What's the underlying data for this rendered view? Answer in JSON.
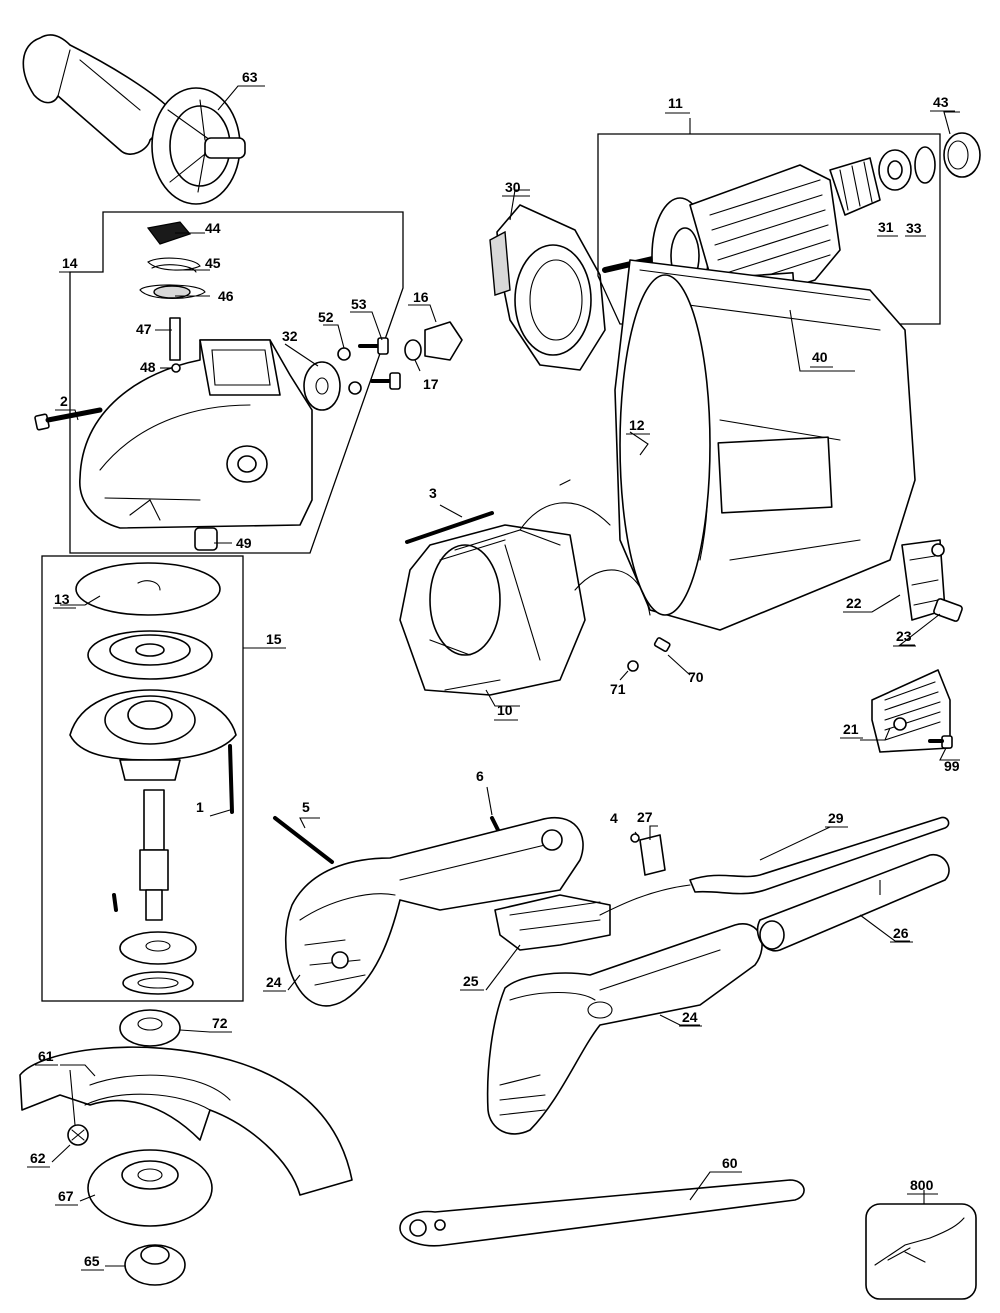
{
  "labels": {
    "n1": "1",
    "n2": "2",
    "n3": "3",
    "n4": "4",
    "n5": "5",
    "n6": "6",
    "n10": "10",
    "n11": "11",
    "n12": "12",
    "n13": "13",
    "n14": "14",
    "n15": "15",
    "n16": "16",
    "n17": "17",
    "n21": "21",
    "n22": "22",
    "n23": "23",
    "n24a": "24",
    "n24b": "24",
    "n25": "25",
    "n26": "26",
    "n27": "27",
    "n29": "29",
    "n30": "30",
    "n31": "31",
    "n32": "32",
    "n33": "33",
    "n40": "40",
    "n43": "43",
    "n44": "44",
    "n45": "45",
    "n46": "46",
    "n47": "47",
    "n48": "48",
    "n49": "49",
    "n52": "52",
    "n53": "53",
    "n60": "60",
    "n61": "61",
    "n62": "62",
    "n63": "63",
    "n65": "65",
    "n67": "67",
    "n70": "70",
    "n71": "71",
    "n72": "72",
    "n99": "99",
    "n800": "800"
  }
}
